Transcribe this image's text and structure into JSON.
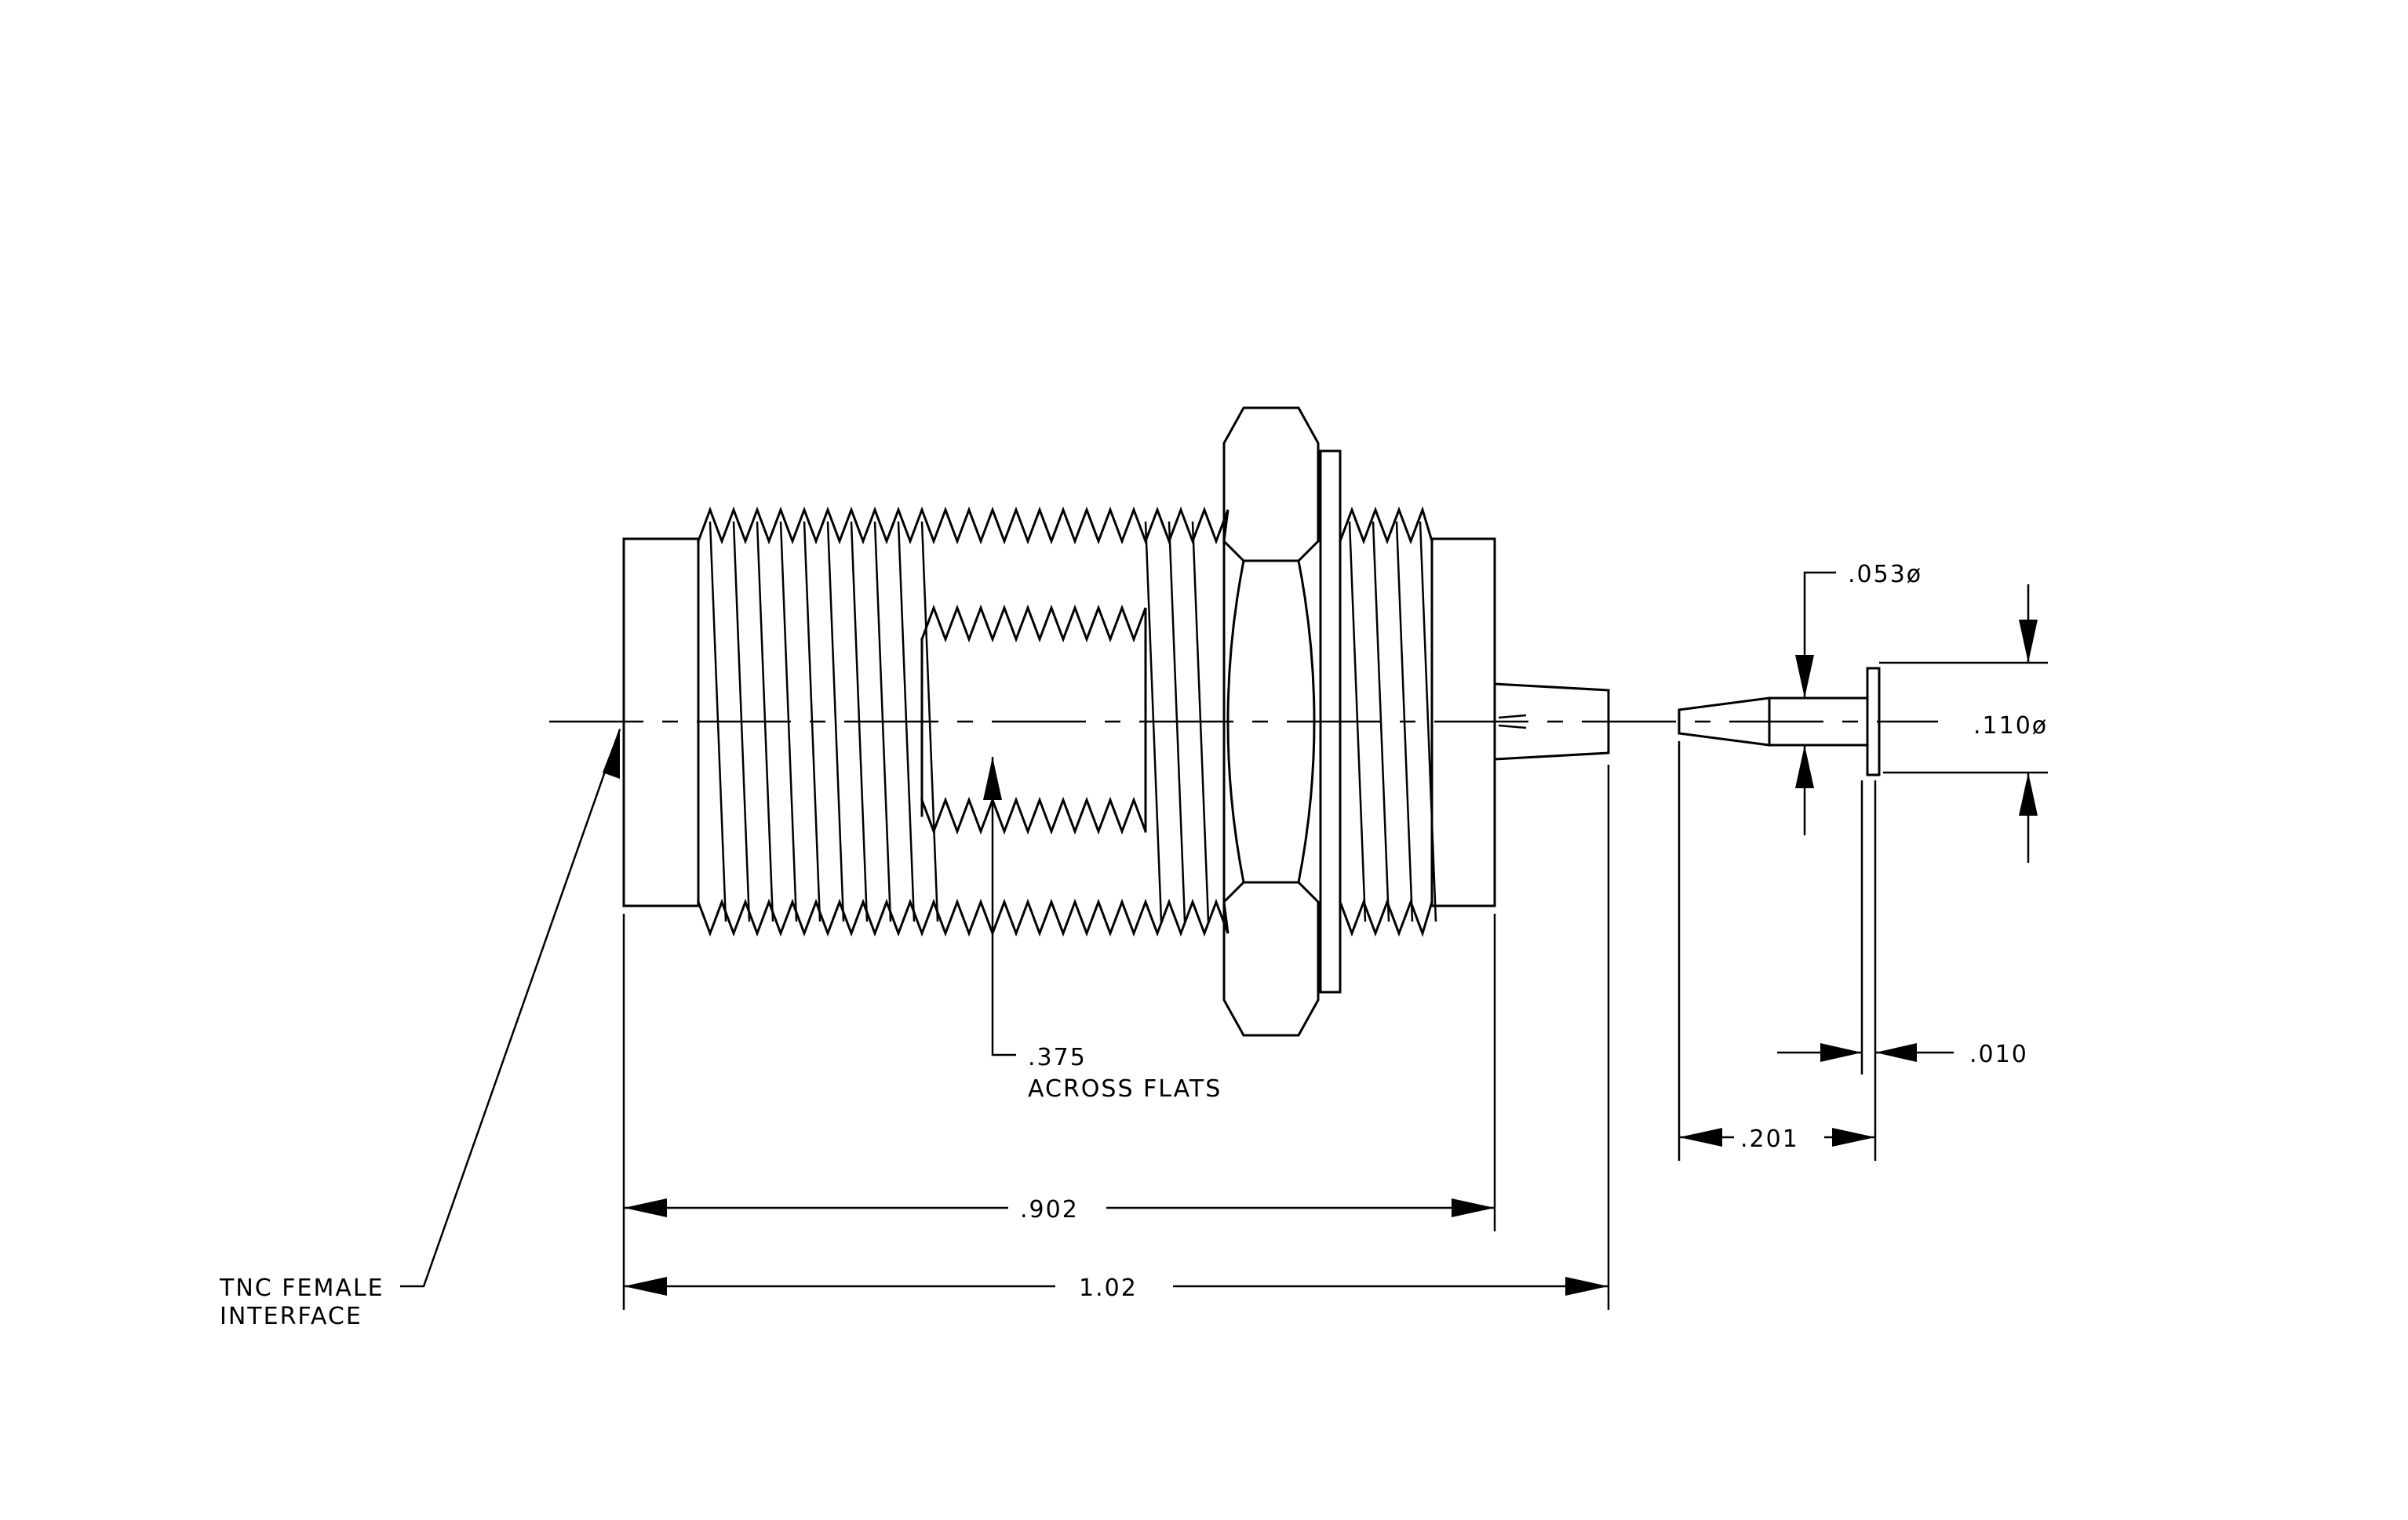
{
  "drawing": {
    "callouts": {
      "interface_line1": "TNC FEMALE",
      "interface_line2": "INTERFACE",
      "flats_value": ".375",
      "flats_note": "ACROSS FLATS"
    },
    "dimensions": {
      "overall_length": "1.02",
      "body_length": ".902",
      "pin_length": ".201",
      "flange_thickness": ".010",
      "pin_diameter": ".053ø",
      "flange_diameter": ".110ø"
    }
  }
}
